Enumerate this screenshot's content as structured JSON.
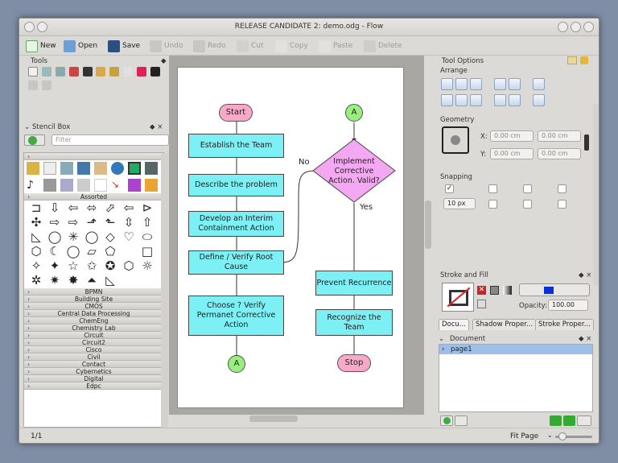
{
  "window": {
    "title": "RELEASE CANDIDATE 2: demo.odg - Flow"
  },
  "toolbar": {
    "new": "New",
    "open": "Open",
    "save": "Save",
    "undo": "Undo",
    "redo": "Redo",
    "cut": "Cut",
    "copy": "Copy",
    "paste": "Paste",
    "delete": "Delete"
  },
  "tools": {
    "title": "Tools"
  },
  "stencil": {
    "title": "Stencil Box",
    "filter_placeholder": "Filter",
    "assorted": "Assorted",
    "categories": [
      "BPMN",
      "Building Site",
      "CMOS",
      "Central Data Processing",
      "ChemEng",
      "Chemistry Lab",
      "Circuit",
      "Circuit2",
      "Cisco",
      "Civil",
      "Contact",
      "Cybernetics",
      "Digital",
      "Edpc"
    ],
    "shapes": [
      "⊐",
      "⇩",
      "⇦",
      "⬄",
      "⬀",
      "⇦",
      "⊳",
      "✣",
      "⇨",
      "⇨",
      "⬏",
      "⬑",
      "⇳",
      "⇧",
      "◺",
      "◯",
      "✳",
      "◯",
      "◇",
      "♡",
      "⬭",
      "⬡",
      "☾",
      "◯",
      "▱",
      "⬠",
      "",
      "□",
      "✧",
      "✦",
      "☆",
      "✩",
      "✪",
      "⬡",
      "☼",
      "✲",
      "✷",
      "✸",
      "⏶",
      "◺"
    ]
  },
  "flow": {
    "start": "Start",
    "stop": "Stop",
    "a_top": "A",
    "a_bottom": "A",
    "steps_left": [
      "Establish the Team",
      "Describe the problem",
      "Develop an Interim Containment Action",
      "Define / Verify Root Cause",
      "Choose ? Verify Permanet Corrective Action"
    ],
    "decision": "Implement Corrective Action. Valid?",
    "no": "No",
    "yes": "Yes",
    "steps_right": [
      "Prevent Recurrence",
      "Recognize the Team"
    ]
  },
  "tool_options": {
    "title": "Tool Options",
    "arrange": "Arrange",
    "geometry": "Geometry",
    "x_label": "X:",
    "y_label": "Y:",
    "x1": "0.00 cm",
    "x2": "0.00 cm",
    "y1": "0.00 cm",
    "y2": "0.00 cm",
    "snapping": "Snapping",
    "snap_size": "10 px"
  },
  "stroke_fill": {
    "title": "Stroke and Fill",
    "opacity_label": "Opacity:",
    "opacity": "100.00",
    "color": "#0b2fd1"
  },
  "tabs": [
    "Docu...",
    "Shadow Proper...",
    "Stroke Proper..."
  ],
  "document": {
    "title": "Document",
    "page": "page1"
  },
  "status": {
    "page": "1/1",
    "zoom": "Fit Page"
  }
}
